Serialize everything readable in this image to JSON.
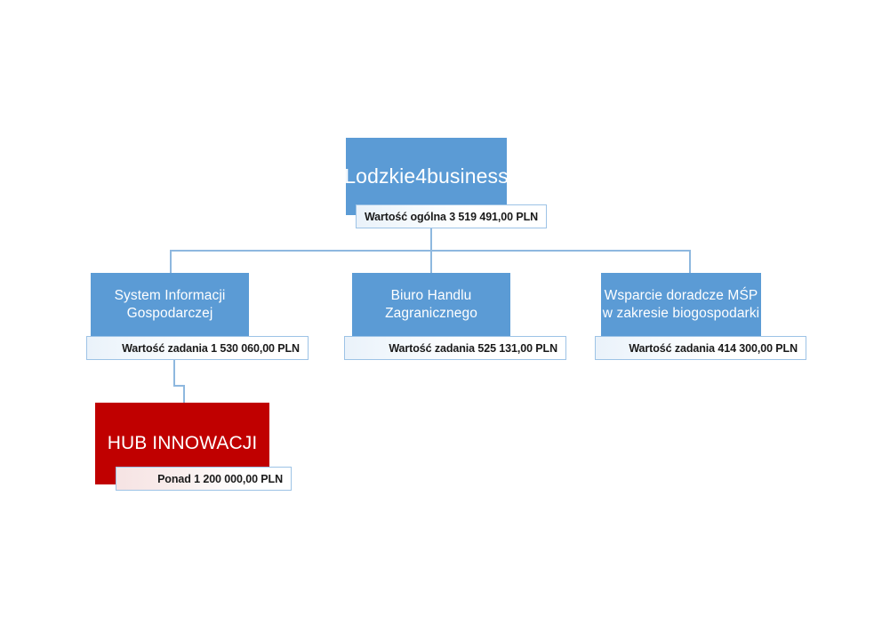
{
  "diagram": {
    "title": "Lodzkie4business",
    "colors": {
      "node_blue": "#5B9BD5",
      "node_red": "#C00000",
      "connector": "#8EB8DF",
      "label_border": "#9DC3E6",
      "label_fill": "#EAF2FA",
      "label_fill_pink": "#F6E3E3",
      "node_text": "#FFFFFF",
      "label_text": "#1A1A1A"
    },
    "root": {
      "label": "Lodzkie4business",
      "value": "Wartość ogólna 3 519 491,00 PLN"
    },
    "children": [
      {
        "label": "System Informacji\nGospodarczej",
        "value": "Wartość zadania 1 530 060,00 PLN"
      },
      {
        "label": "Biuro Handlu\nZagranicznego",
        "value": "Wartość zadania 525 131,00 PLN"
      },
      {
        "label": "Wsparcie doradcze MŚP\nw zakresie biogospodarki",
        "value": "Wartość zadania 414 300,00 PLN"
      }
    ],
    "sub_node": {
      "label": "HUB INNOWACJI",
      "value": "Ponad 1 200 000,00 PLN",
      "parent": "System Informacji\nGospodarczej"
    }
  }
}
